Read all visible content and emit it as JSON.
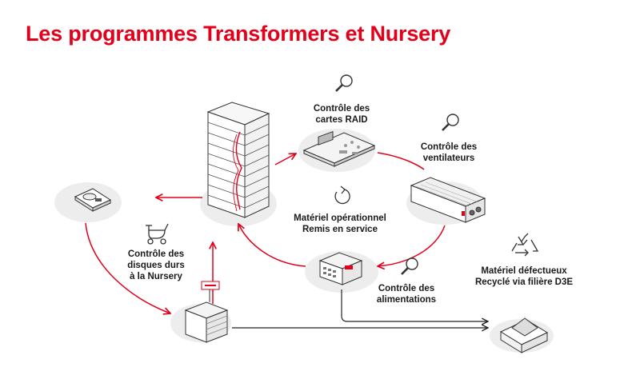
{
  "title": "Les programmes Transformers et Nursery",
  "labels": {
    "raid_line1": "Contrôle des",
    "raid_line2": "cartes RAID",
    "fans_line1": "Contrôle des",
    "fans_line2": "ventilateurs",
    "operational": "Matériel opérationnel",
    "back_in_service": "Remis en service",
    "disks_line1": "Contrôle des",
    "disks_line2": "disques durs",
    "disks_line3": "à la Nursery",
    "psu_line1": "Contrôle des",
    "psu_line2": "alimentations",
    "defective": "Matériel défectueux",
    "recycled": "Recyclé via filière D3E"
  },
  "colors": {
    "accent": "#e2001a",
    "text": "#1a1a1a",
    "disc": "#ededed",
    "line": "#222222"
  },
  "icons": [
    "magnifier-icon",
    "refresh-icon",
    "stroller-icon",
    "recycle-icon"
  ]
}
